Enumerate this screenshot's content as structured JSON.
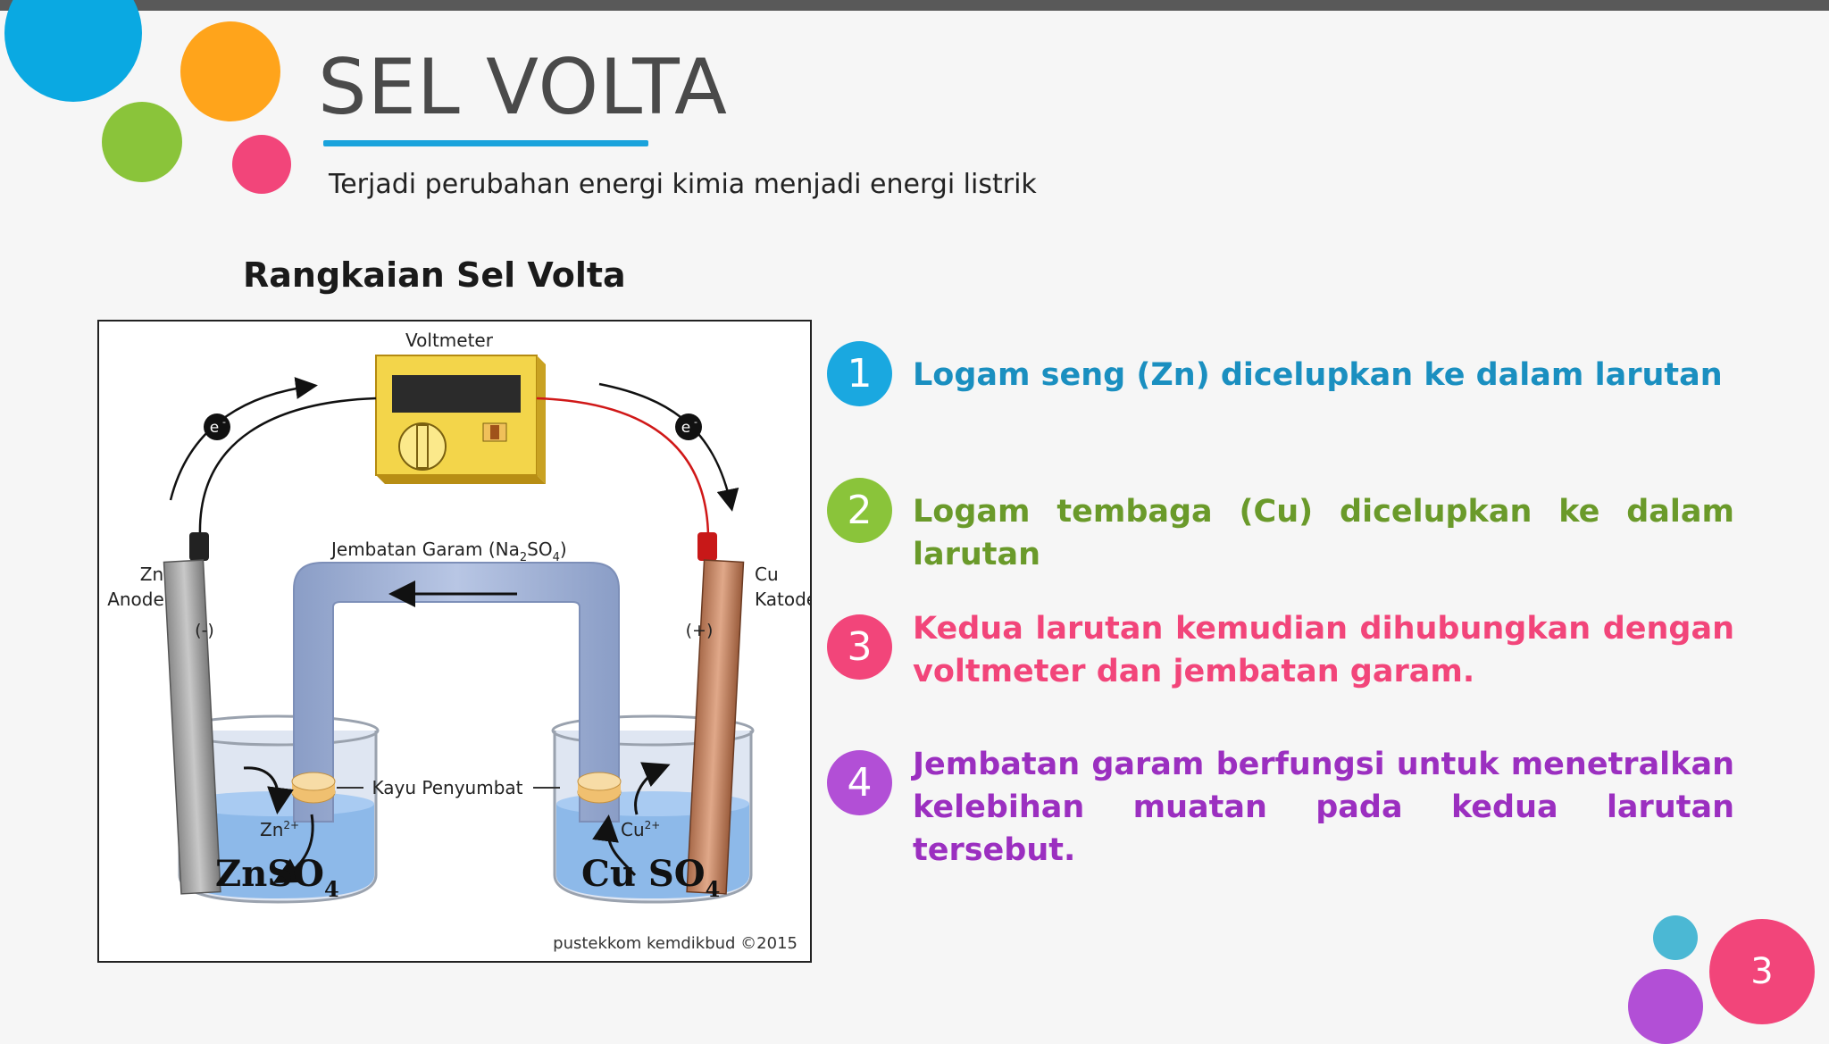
{
  "slide": {
    "title": "SEL VOLTA",
    "subtitle": "Terjadi perubahan energi kimia menjadi energi listrik",
    "section_heading": "Rangkaian Sel Volta",
    "page_number": "3"
  },
  "figure": {
    "voltmeter_label": "Voltmeter",
    "electron_label": "e",
    "electron_sup": "-",
    "anode_label_1": "Zn",
    "anode_label_2": "Anode",
    "anode_sign": "(-)",
    "cathode_label_1": "Cu",
    "cathode_label_2": "Katode",
    "cathode_sign": "(+)",
    "salt_bridge_label": "Jembatan Garam (Na",
    "salt_bridge_sub1": "2",
    "salt_bridge_mid": "SO",
    "salt_bridge_sub2": "4",
    "salt_bridge_end": ")",
    "stopper_label": "Kayu Penyumbat",
    "zn_ion": "Zn",
    "zn_ion_sup": "2+",
    "cu_ion": "Cu",
    "cu_ion_sup": "2+",
    "left_solution": "ZnSO",
    "left_solution_sub": "4",
    "right_solution": "Cu SO",
    "right_solution_sub": "4",
    "credit": "pustekkom kemdikbud ©2015"
  },
  "items": [
    {
      "number": "1",
      "text": "Logam seng (Zn) dicelupkan ke dalam larutan",
      "color": "#1a8fc0",
      "badge": "#1aa8e0"
    },
    {
      "number": "2",
      "text": "Logam tembaga (Cu) dicelupkan ke dalam larutan",
      "color": "#6a9a2a",
      "badge": "#8ac43a"
    },
    {
      "number": "3",
      "text": "Kedua larutan kemudian dihubungkan dengan voltmeter dan jembatan garam.",
      "color": "#f2457a",
      "badge": "#f2457a"
    },
    {
      "number": "4",
      "text": "Jembatan garam berfungsi untuk menetralkan kelebihan muatan pada kedua larutan tersebut.",
      "color": "#9b2fc0",
      "badge": "#b24fd6"
    }
  ],
  "colors": {
    "accent_blue": "#1aa3dc",
    "orange": "#ffa41b",
    "green": "#8ac43a",
    "pink": "#f2457a",
    "purple": "#b24fd6"
  }
}
